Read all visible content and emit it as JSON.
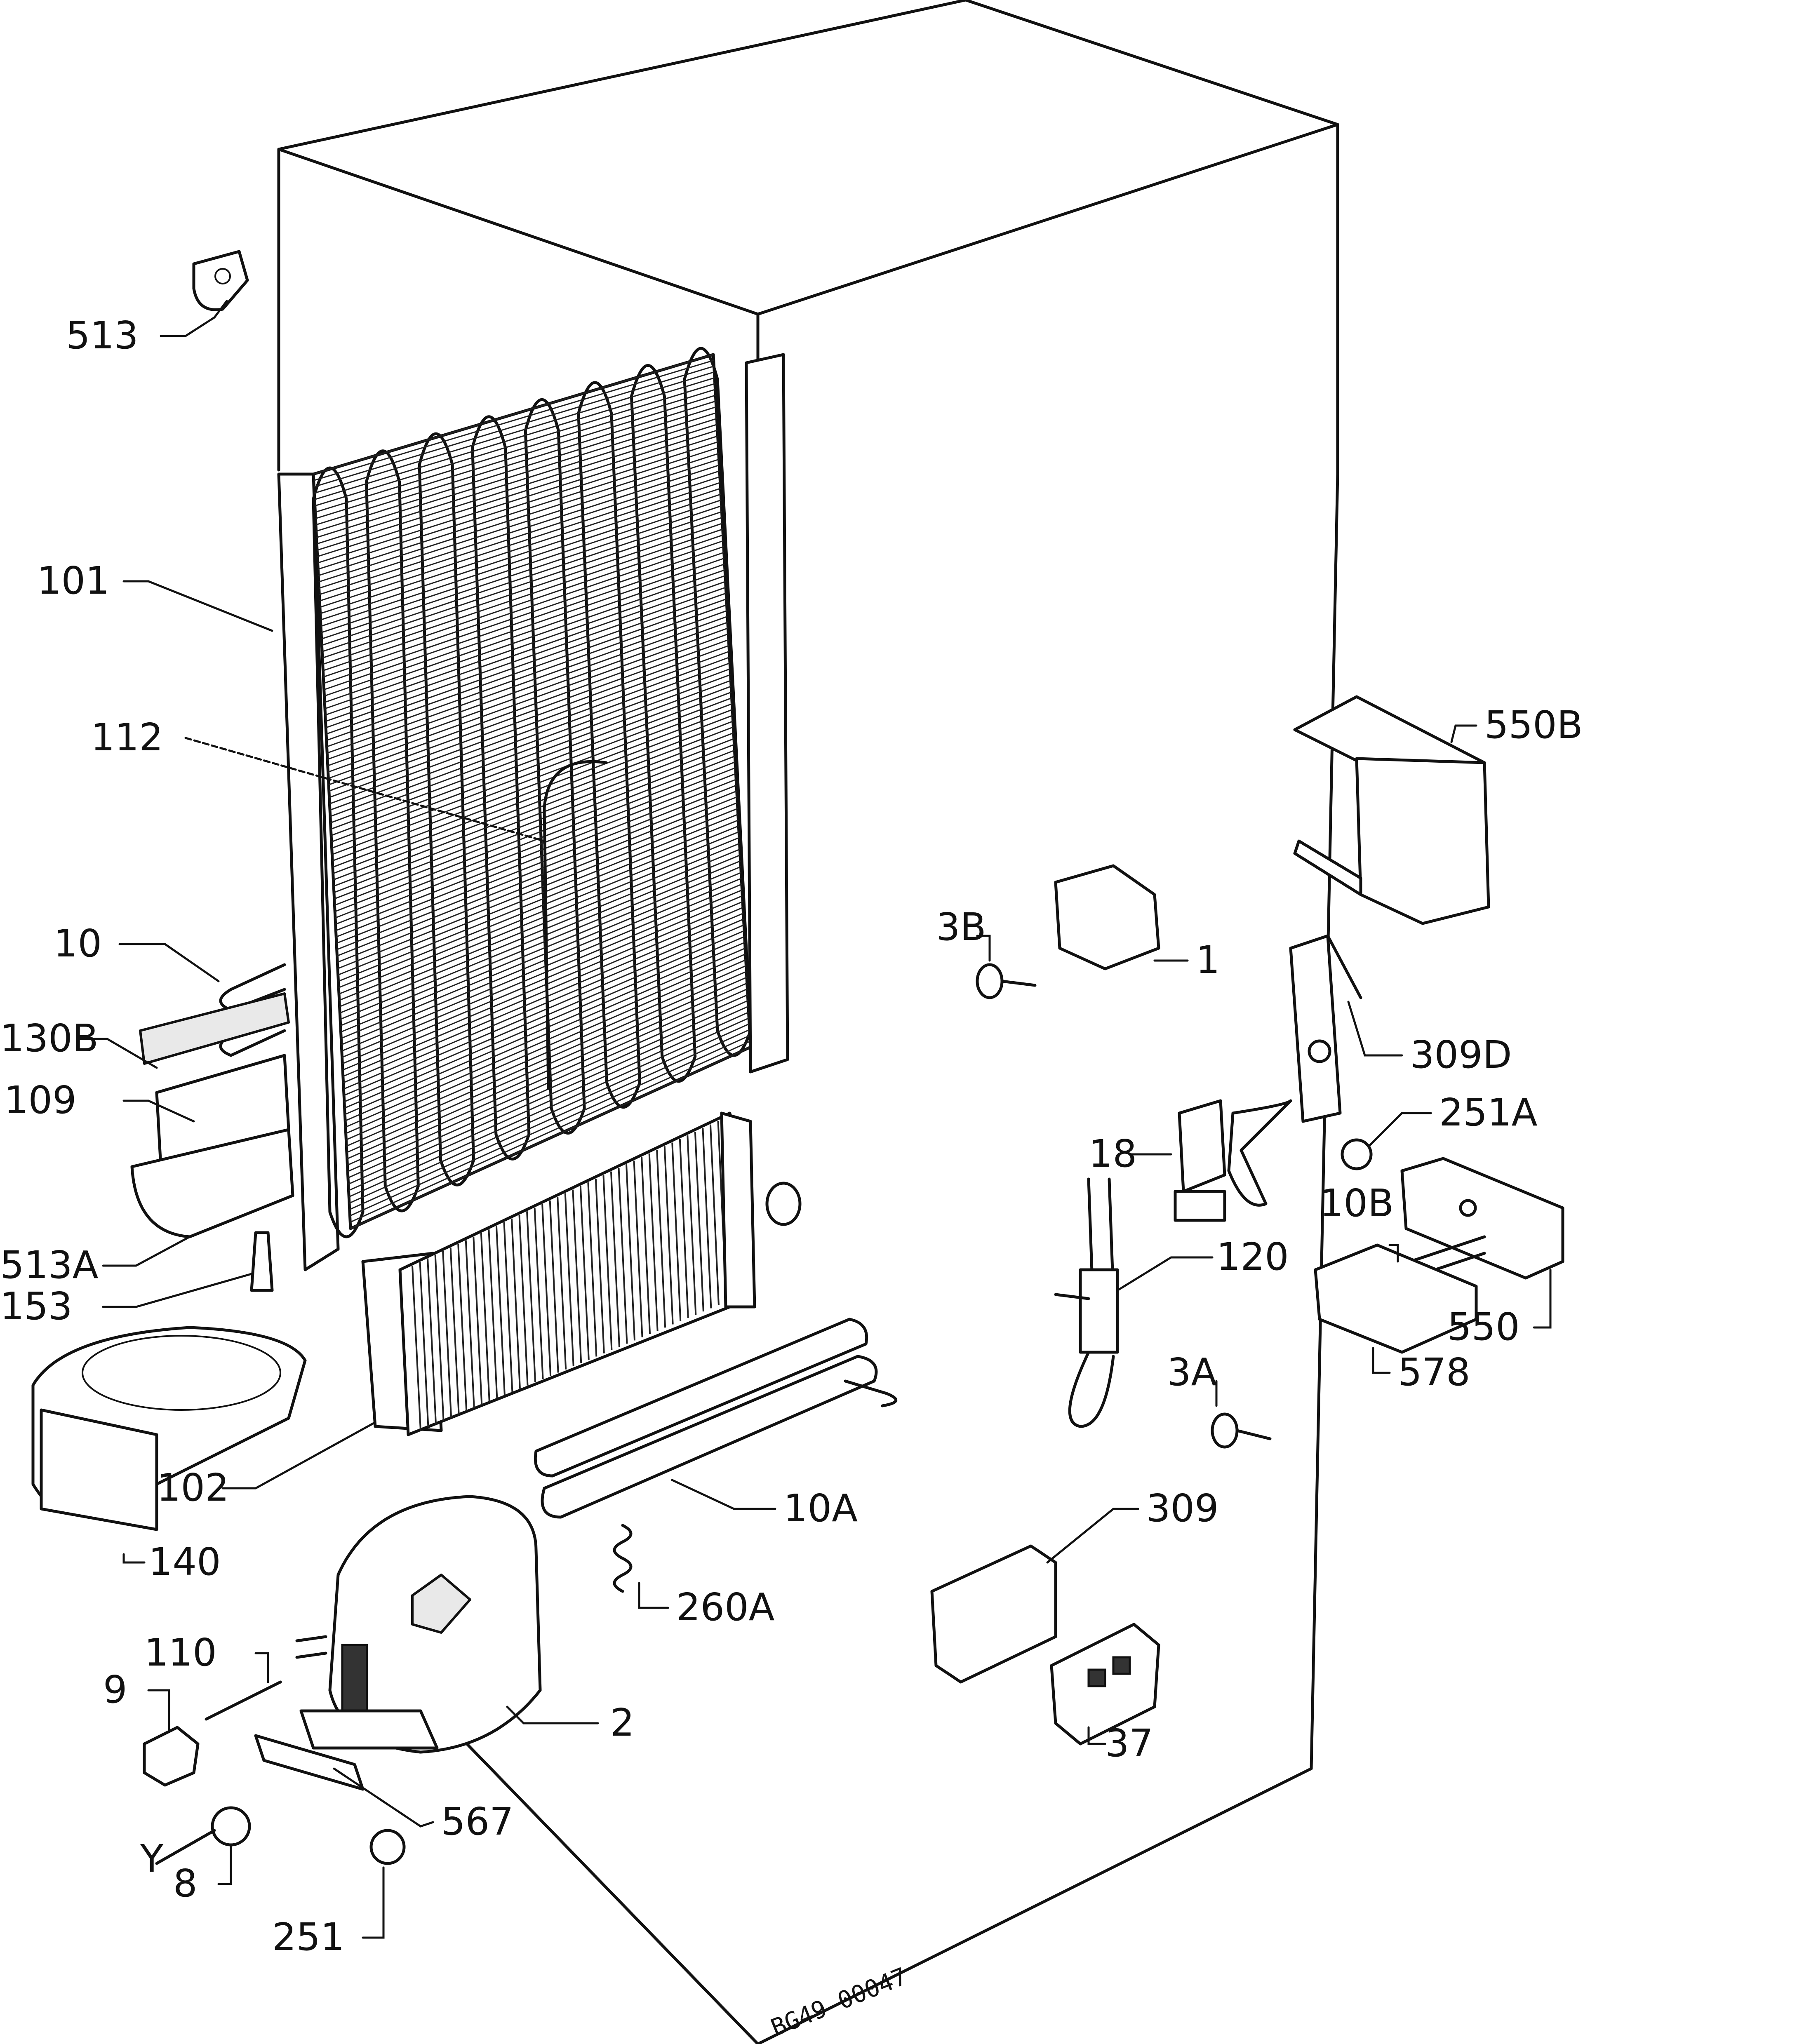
{
  "diagram": {
    "reference": "BG49-00047",
    "callouts": [
      {
        "id": "c513",
        "text": "513"
      },
      {
        "id": "c101",
        "text": "101"
      },
      {
        "id": "c112",
        "text": "112"
      },
      {
        "id": "c10",
        "text": "10"
      },
      {
        "id": "c130B",
        "text": "130B"
      },
      {
        "id": "c109",
        "text": "109"
      },
      {
        "id": "c513A",
        "text": "513A"
      },
      {
        "id": "c153",
        "text": "153"
      },
      {
        "id": "c102",
        "text": "102"
      },
      {
        "id": "c140",
        "text": "140"
      },
      {
        "id": "c110",
        "text": "110"
      },
      {
        "id": "c9",
        "text": "9"
      },
      {
        "id": "c2",
        "text": "2"
      },
      {
        "id": "c8",
        "text": "8"
      },
      {
        "id": "c567",
        "text": "567"
      },
      {
        "id": "c251",
        "text": "251"
      },
      {
        "id": "c10A",
        "text": "10A"
      },
      {
        "id": "c260A",
        "text": "260A"
      },
      {
        "id": "c550B",
        "text": "550B"
      },
      {
        "id": "c3B",
        "text": "3B"
      },
      {
        "id": "c1",
        "text": "1"
      },
      {
        "id": "c309D",
        "text": "309D"
      },
      {
        "id": "c251A",
        "text": "251A"
      },
      {
        "id": "c18",
        "text": "18"
      },
      {
        "id": "c120",
        "text": "120"
      },
      {
        "id": "c10B",
        "text": "10B"
      },
      {
        "id": "c550",
        "text": "550"
      },
      {
        "id": "c578",
        "text": "578"
      },
      {
        "id": "c3A",
        "text": "3A"
      },
      {
        "id": "c309",
        "text": "309"
      },
      {
        "id": "c37",
        "text": "37"
      }
    ]
  }
}
